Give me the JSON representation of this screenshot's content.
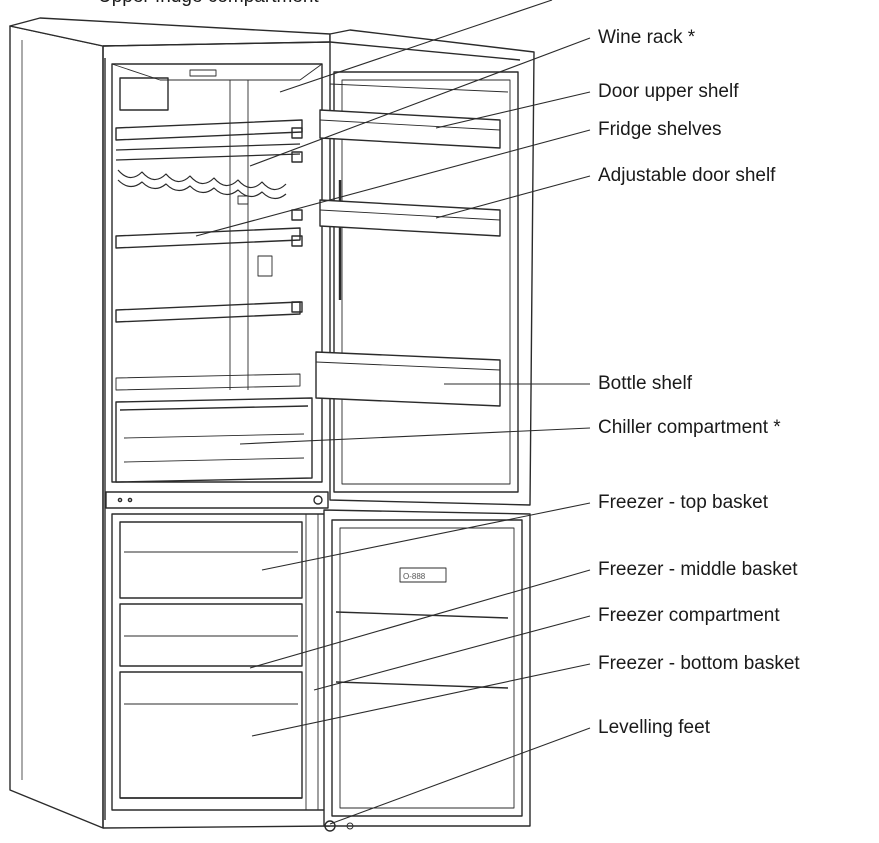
{
  "diagram": {
    "title": "",
    "labels": [
      {
        "id": "upper",
        "text": "Upper fridge compartment"
      },
      {
        "id": "wine",
        "text": "Wine rack *"
      },
      {
        "id": "door_upper",
        "text": "Door upper shelf"
      },
      {
        "id": "fridge_shelves",
        "text": "Fridge shelves"
      },
      {
        "id": "adjustable",
        "text": "Adjustable door shelf"
      },
      {
        "id": "bottle",
        "text": "Bottle shelf"
      },
      {
        "id": "chiller",
        "text": "Chiller compartment *"
      },
      {
        "id": "top_basket",
        "text": "Freezer - top basket"
      },
      {
        "id": "middle_basket",
        "text": "Freezer - middle basket"
      },
      {
        "id": "freezer_comp",
        "text": "Freezer compartment"
      },
      {
        "id": "bottom_basket",
        "text": "Freezer - bottom basket"
      },
      {
        "id": "feet",
        "text": "Levelling feet"
      }
    ],
    "colors": {
      "line": "#2b2b2b",
      "label": "#1a1a1a",
      "background": "#ffffff"
    }
  }
}
